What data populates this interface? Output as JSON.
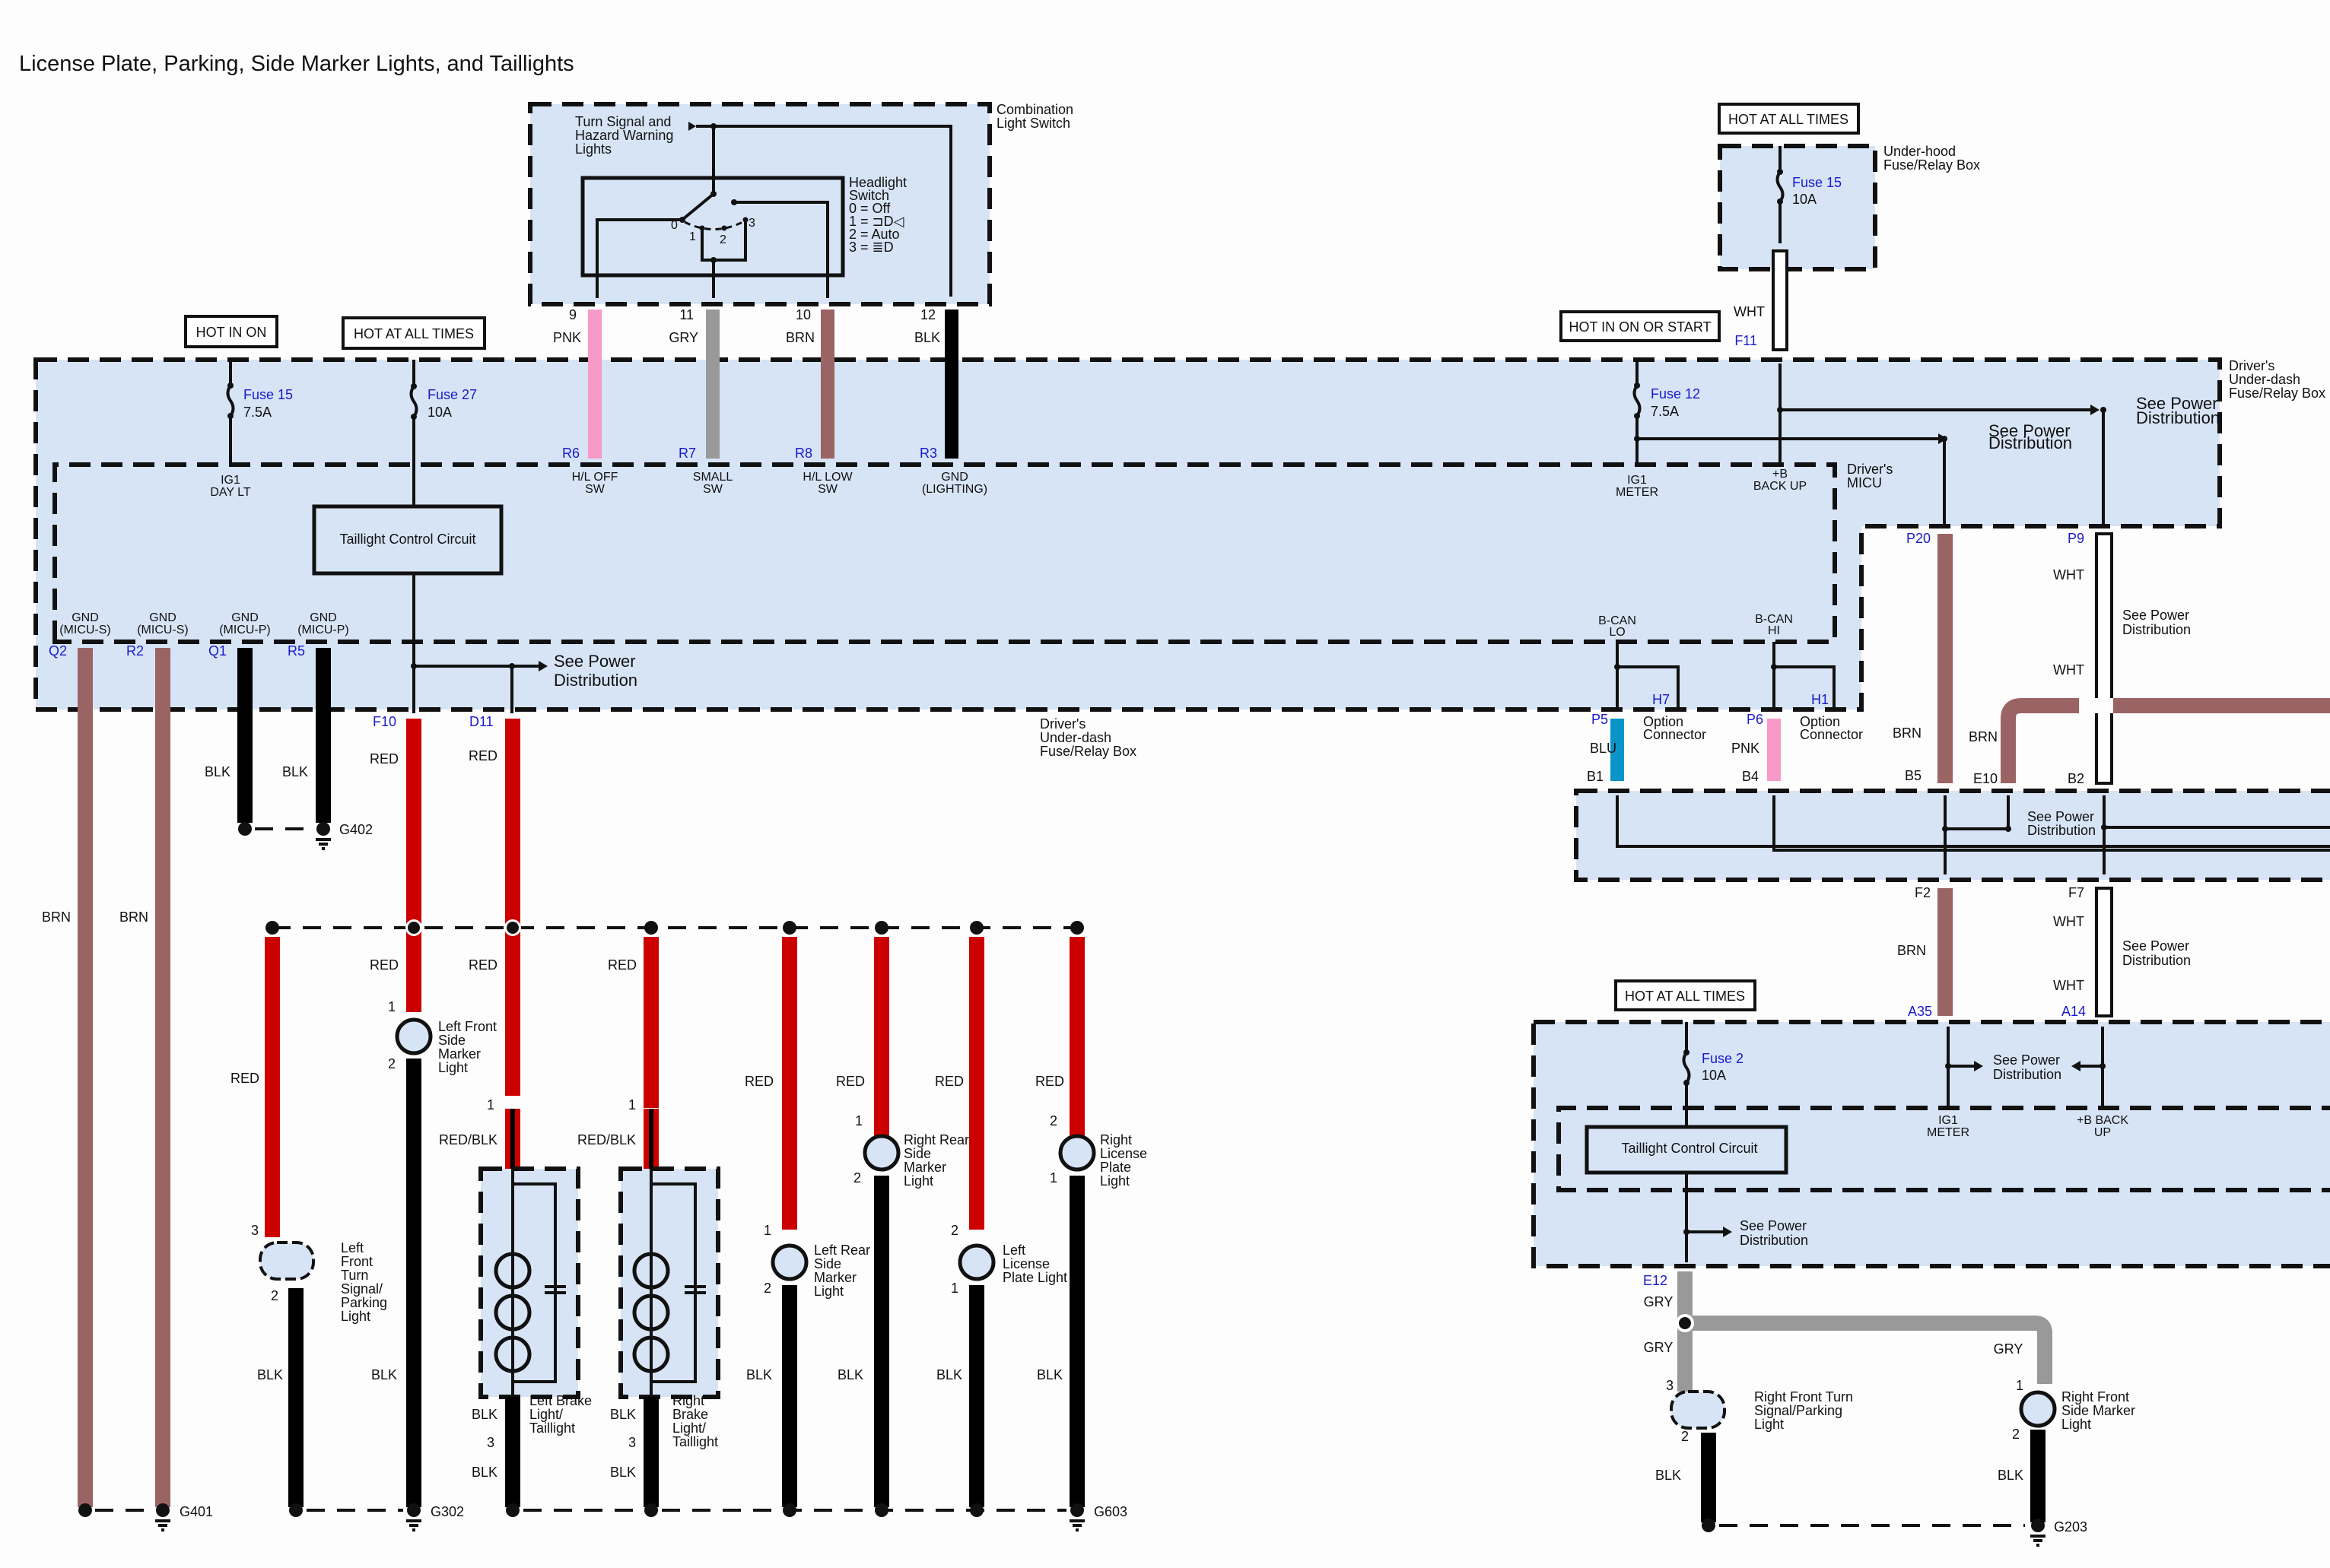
{
  "title": "License Plate, Parking, Side Marker Lights, and Taillights",
  "colors": {
    "box_fill": "#d6e4f5",
    "RED": "#cc0000",
    "BLK": "#000000",
    "BRN": "#9b6464",
    "PNK": "#f79ac8",
    "GRY": "#999999",
    "BLU": "#0a94c8",
    "WHT": "#ffffff",
    "pin_label": "#1a1acc"
  },
  "hot_labels": {
    "hot_in_on": "HOT IN ON",
    "hot_at_all_times_1": "HOT AT ALL TIMES",
    "hot_at_all_times_2": "HOT AT ALL TIMES",
    "hot_in_on_or_start": "HOT IN ON OR START",
    "hot_at_all_times_3": "HOT AT ALL TIMES"
  },
  "combination_switch": {
    "name_1": "Combination",
    "name_2": "Light Switch",
    "turn_1": "Turn Signal and",
    "turn_2": "Hazard Warning",
    "turn_3": "Lights",
    "hl_1": "Headlight",
    "hl_2": "Switch",
    "hl_3": "0 = Off",
    "hl_4": "1 = ⊐D◁",
    "hl_5": "2 = Auto",
    "hl_6": "3 = ≣D",
    "pos0": "0",
    "pos1": "1",
    "pos2": "2",
    "pos3": "3",
    "wires": [
      {
        "pin": "9",
        "color": "PNK",
        "micu_pin": "R6",
        "func_1": "H/L OFF",
        "func_2": "SW"
      },
      {
        "pin": "11",
        "color": "GRY",
        "micu_pin": "R7",
        "func_1": "SMALL",
        "func_2": "SW"
      },
      {
        "pin": "10",
        "color": "BRN",
        "micu_pin": "R8",
        "func_1": "H/L LOW",
        "func_2": "SW"
      },
      {
        "pin": "12",
        "color": "BLK",
        "micu_pin": "R3",
        "func_1": "GND",
        "func_2": "(LIGHTING)"
      }
    ]
  },
  "underdash": {
    "name_1": "Driver's",
    "name_2": "Under-dash",
    "name_3": "Fuse/Relay Box",
    "bottom_name_1": "Driver's",
    "bottom_name_2": "Under-dash",
    "bottom_name_3": "Fuse/Relay Box",
    "micu_1": "Driver's",
    "micu_2": "MICU",
    "fuse15_name": "Fuse 15",
    "fuse15_rating": "7.5A",
    "fuse27_name": "Fuse 27",
    "fuse27_rating": "10A",
    "fuse12_name": "Fuse 12",
    "fuse12_rating": "7.5A",
    "ig1_day_1": "IG1",
    "ig1_day_2": "DAY LT",
    "ig1_meter_1": "IG1",
    "ig1_meter_2": "METER",
    "backup_1": "+B",
    "backup_2": "BACK UP",
    "taillight_circuit": "Taillight Control Circuit",
    "see_power_1": "See Power",
    "see_power_2": "Distribution",
    "bcan_lo_1": "B-CAN",
    "bcan_lo_2": "LO",
    "bcan_hi_1": "B-CAN",
    "bcan_hi_2": "HI",
    "grounds": [
      {
        "pin": "Q2",
        "label_1": "GND",
        "label_2": "(MICU-S)",
        "color": "BRN"
      },
      {
        "pin": "R2",
        "label_1": "GND",
        "label_2": "(MICU-S)",
        "color": "BRN"
      },
      {
        "pin": "Q1",
        "label_1": "GND",
        "label_2": "(MICU-P)",
        "color": "BLK"
      },
      {
        "pin": "R5",
        "label_1": "GND",
        "label_2": "(MICU-P)",
        "color": "BLK"
      }
    ],
    "f10": "F10",
    "d11": "D11",
    "f11": "F11",
    "p5": "P5",
    "p6": "P6",
    "h7": "H7",
    "h1": "H1",
    "p20": "P20",
    "p9": "P9",
    "option_1": "Option",
    "option_2": "Connector"
  },
  "underhood": {
    "name_1": "Under-hood",
    "name_2": "Fuse/Relay Box",
    "fuse_name": "Fuse 15",
    "fuse_rating": "10A",
    "wire_color": "WHT"
  },
  "wire_labels": {
    "BRN": "BRN",
    "BLK": "BLK",
    "RED": "RED",
    "RED_BLK": "RED/BLK",
    "WHT": "WHT",
    "BLU": "BLU",
    "PNK": "PNK",
    "GRY": "GRY"
  },
  "grounds": {
    "g401": "G401",
    "g402": "G402",
    "g302": "G302",
    "g603": "G603",
    "g203": "G203"
  },
  "lights": {
    "lf_turn_1": "Left",
    "lf_turn_2": "Front",
    "lf_turn_3": "Turn",
    "lf_turn_4": "Signal/",
    "lf_turn_5": "Parking",
    "lf_turn_6": "Light",
    "lf_side_1": "Left Front",
    "lf_side_2": "Side",
    "lf_side_3": "Marker",
    "lf_side_4": "Light",
    "l_brake_1": "Left Brake",
    "l_brake_2": "Light/",
    "l_brake_3": "Taillight",
    "r_brake_1": "Right",
    "r_brake_2": "Brake",
    "r_brake_3": "Light/",
    "r_brake_4": "Taillight",
    "lr_side_1": "Left Rear",
    "lr_side_2": "Side",
    "lr_side_3": "Marker",
    "lr_side_4": "Light",
    "rr_side_1": "Right Rear",
    "rr_side_2": "Side",
    "rr_side_3": "Marker",
    "rr_side_4": "Light",
    "l_lic_1": "Left",
    "l_lic_2": "License",
    "l_lic_3": "Plate Light",
    "r_lic_1": "Right",
    "r_lic_2": "License",
    "r_lic_3": "Plate",
    "r_lic_4": "Light",
    "rf_turn_1": "Right Front Turn",
    "rf_turn_2": "Signal/Parking",
    "rf_turn_3": "Light",
    "rf_side_1": "Right Front",
    "rf_side_2": "Side Marker",
    "rf_side_3": "Light"
  },
  "pins": {
    "p1": "1",
    "p2": "2",
    "p3": "3"
  },
  "right_section": {
    "b1": "B1",
    "b4": "B4",
    "b5": "B5",
    "e10": "E10",
    "b2": "B2",
    "f2": "F2",
    "f7": "F7",
    "a35": "A35",
    "a14": "A14",
    "e12": "E12",
    "fuse2_name": "Fuse 2",
    "fuse2_rating": "10A",
    "ig1_meter_1": "IG1",
    "ig1_meter_2": "METER",
    "backup_1": "+B BACK",
    "backup_2": "UP",
    "taillight_circuit": "Taillight Control Circuit"
  }
}
